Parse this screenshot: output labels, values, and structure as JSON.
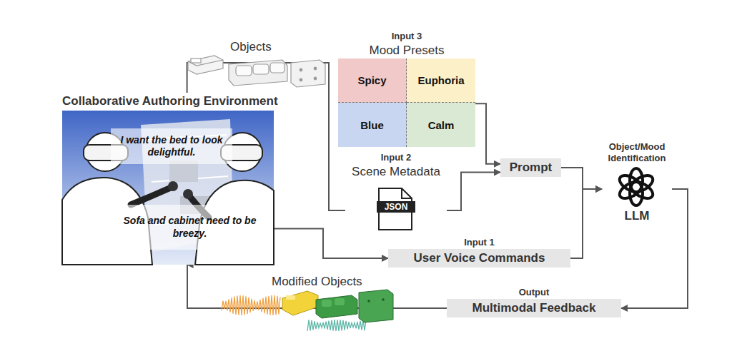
{
  "diagram": {
    "nodes": [
      {
        "text": [
          "Collaborative Authoring Environment"
        ]
      },
      {
        "text": [
          "I want the bed to look delightful."
        ],
        "in": 0
      },
      {
        "text": [
          "Sofa and cabinet need to be breezy."
        ],
        "in": 0
      },
      {
        "text": [
          "Input 3",
          "Mood Presets"
        ]
      },
      {
        "text": [
          "Spicy"
        ],
        "in": 3
      },
      {
        "text": [
          "Euphoria"
        ],
        "in": 3
      },
      {
        "text": [
          "Blue"
        ],
        "in": 3
      },
      {
        "text": [
          "Calm"
        ],
        "in": 3
      },
      {
        "text": [
          "Input 2",
          "Scene Metadata",
          "JSON"
        ]
      },
      {
        "text": [
          "Prompt"
        ]
      },
      {
        "text": [
          "Input 1",
          "User Voice Commands"
        ]
      },
      {
        "text": [
          "Object/Mood Identification",
          "LLM"
        ]
      },
      {
        "text": [
          "Output",
          "Multimodal Feedback"
        ]
      }
    ],
    "edges": [
      {
        "from": 0,
        "to": 8,
        "arrow": "none"
      },
      {
        "from": 3,
        "to": 9,
        "arrow": "to"
      },
      {
        "from": 8,
        "to": 9,
        "arrow": "to"
      },
      {
        "from": 0,
        "to": 10,
        "arrow": "to"
      },
      {
        "from": 9,
        "to": 11,
        "arrow": "to"
      },
      {
        "from": 10,
        "to": 11,
        "arrow": "to"
      },
      {
        "from": 11,
        "to": 12,
        "arrow": "to"
      },
      {
        "from": 12,
        "to": 0,
        "arrow": "to"
      }
    ],
    "labels": [
      "Objects",
      "Modified Objects"
    ]
  }
}
